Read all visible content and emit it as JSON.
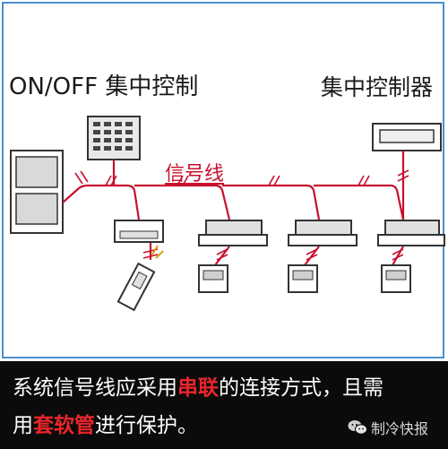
{
  "diagram": {
    "label_onoff": "ON/OFF 集中控制",
    "label_central_controller": "集中控制器",
    "label_signal_line": "信号线"
  },
  "caption": {
    "line1_before": "系统信号线应采用",
    "line1_highlight": "串联",
    "line1_after": "的连接方式，且需",
    "line2_before": "用",
    "line2_highlight": "套软管",
    "line2_after": "进行保护。"
  },
  "watermark": {
    "text": "制冷快报",
    "icon": "wechat-icon"
  },
  "colors": {
    "signal_line": "#c8102e",
    "panel_border": "#4a8fd0",
    "highlight": "#e8262b",
    "caption_bg": "#0b0b0b"
  }
}
